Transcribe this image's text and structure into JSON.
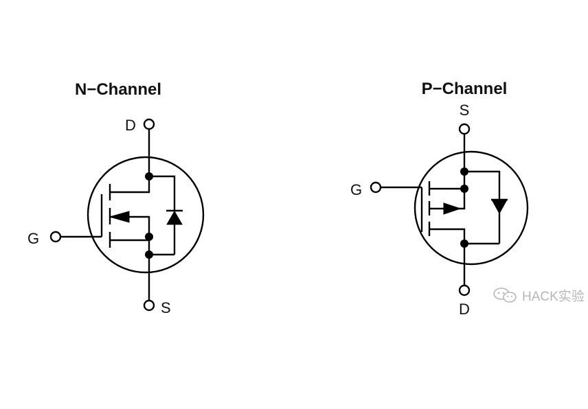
{
  "n_channel": {
    "title": "N−Channel",
    "pin_drain": "D",
    "pin_gate": "G",
    "pin_source": "S"
  },
  "p_channel": {
    "title": "P−Channel",
    "pin_source": "S",
    "pin_gate": "G",
    "pin_drain": "D"
  },
  "watermark": {
    "text": "HACK实验",
    "icon": "wechat-icon"
  }
}
